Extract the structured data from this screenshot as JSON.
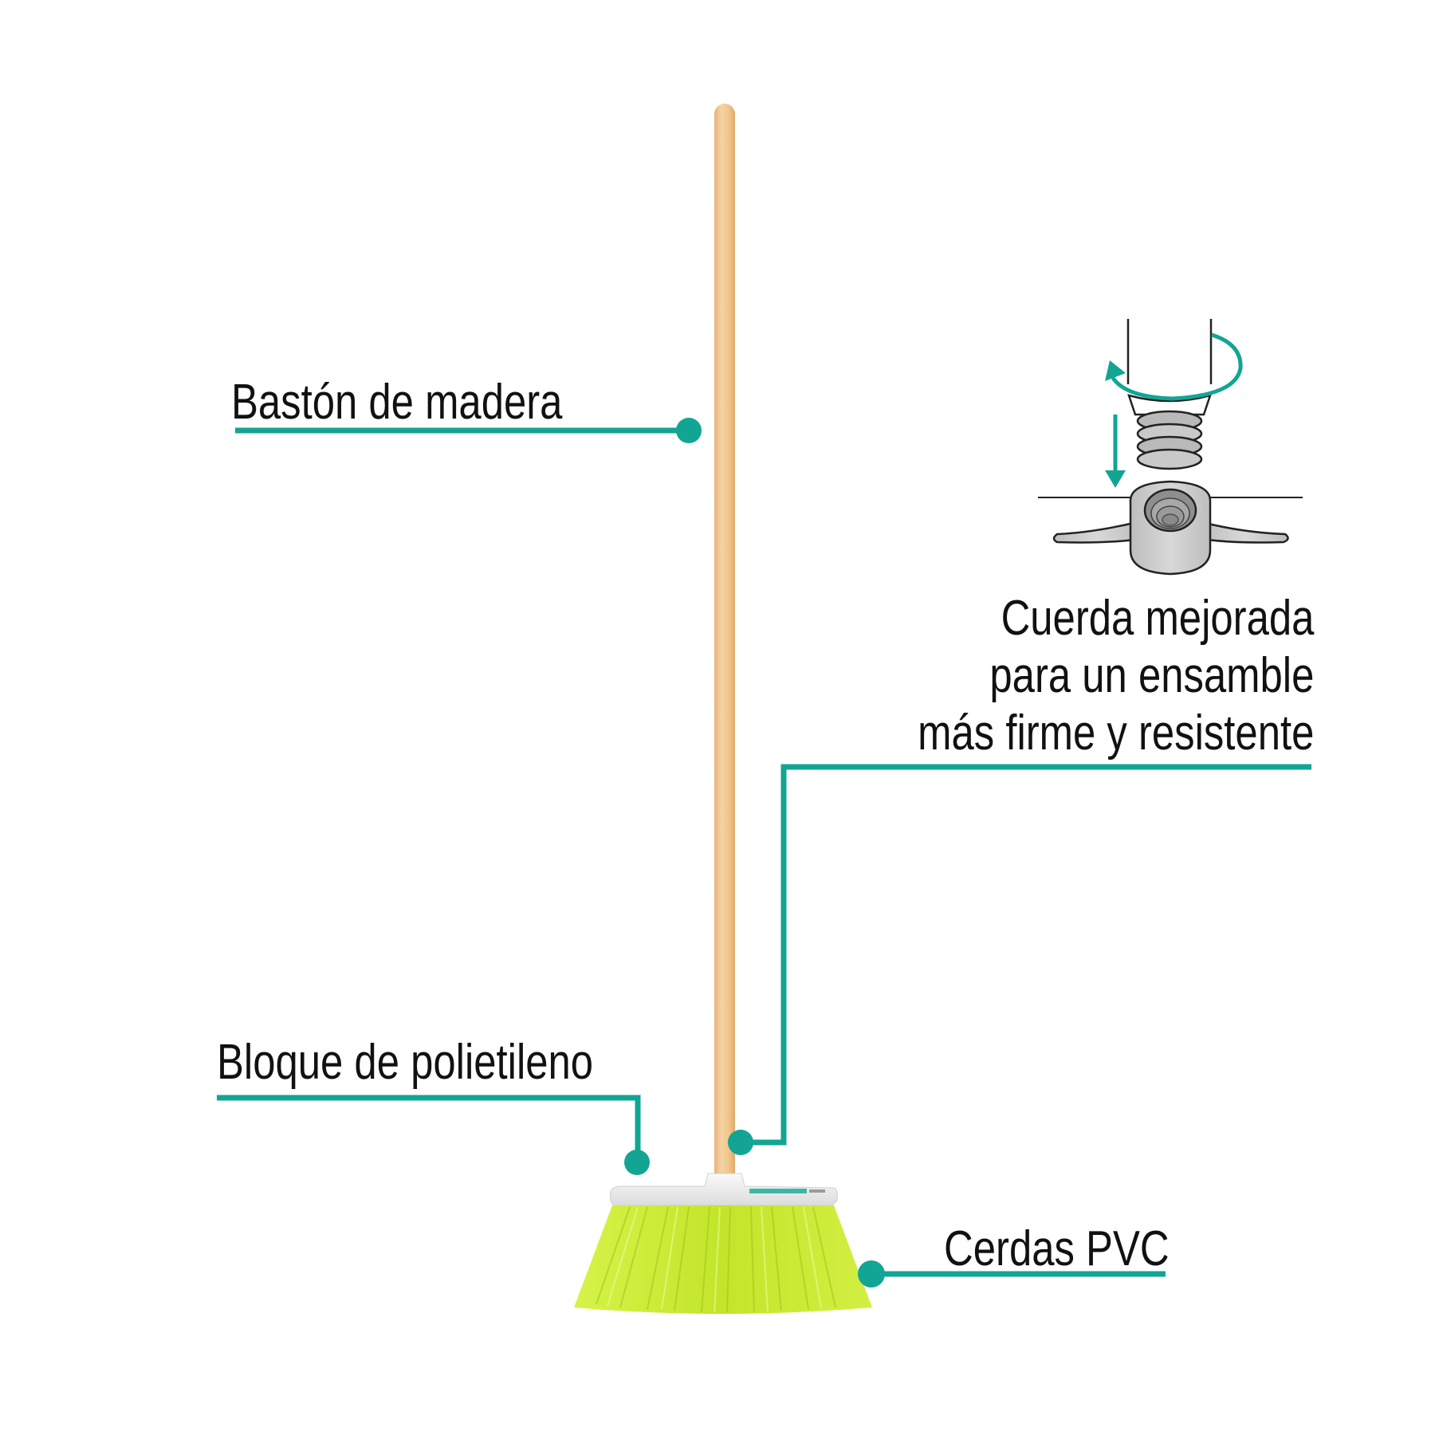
{
  "colors": {
    "accent": "#12a594",
    "text": "#111111",
    "background": "#ffffff",
    "handle_wood": "#f2c98e",
    "broom_head": "#eeeeee",
    "bristles": "#c9ec2a",
    "connector_gray": "#c4c4c4"
  },
  "callouts": [
    {
      "id": "baston",
      "label": "Bastón de madera"
    },
    {
      "id": "bloque",
      "label": "Bloque de polietileno"
    },
    {
      "id": "cuerda",
      "lines": [
        "Cuerda mejorada",
        "para un ensamble",
        "más firme y resistente"
      ]
    },
    {
      "id": "cerdas",
      "label": "Cerdas PVC"
    }
  ],
  "icons": {
    "rotate": "rotate-arrow-icon",
    "down": "down-arrow-icon",
    "thread": "threaded-connector-icon"
  }
}
